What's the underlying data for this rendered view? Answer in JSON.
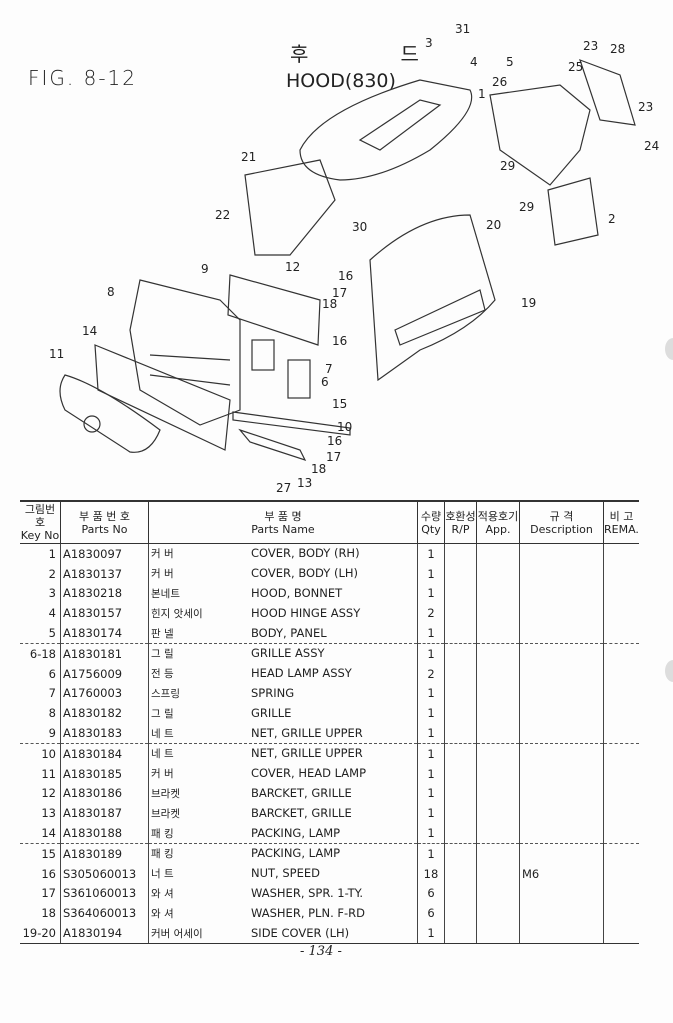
{
  "figure": {
    "label": "FIG. 8-12",
    "title_korean": "후 드",
    "title_english": "HOOD(830)"
  },
  "callouts": [
    "31",
    "3",
    "4",
    "5",
    "23",
    "28",
    "25",
    "26",
    "1",
    "23",
    "29",
    "24",
    "29",
    "2",
    "21",
    "22",
    "30",
    "20",
    "12",
    "16",
    "17",
    "18",
    "19",
    "9",
    "8",
    "14",
    "16",
    "11",
    "7",
    "6",
    "15",
    "10",
    "16",
    "17",
    "18",
    "13",
    "27"
  ],
  "table": {
    "headers": [
      {
        "ko": "그림번호",
        "en": "Key No"
      },
      {
        "ko": "부 품 번 호",
        "en": "Parts No"
      },
      {
        "ko": "부   품   명",
        "en": "Parts Name"
      },
      {
        "ko": "수량",
        "en": "Qty"
      },
      {
        "ko": "호환성",
        "en": "R/P"
      },
      {
        "ko": "적용호기",
        "en": "App."
      },
      {
        "ko": "규  격",
        "en": "Description"
      },
      {
        "ko": "비 고",
        "en": "REMA."
      }
    ],
    "rows": [
      {
        "key": "1",
        "part_no": "A1830097",
        "name_ko": "커 버",
        "name_en": "COVER, BODY (RH)",
        "qty": "1",
        "rp": "",
        "app": "",
        "desc": "",
        "rema": ""
      },
      {
        "key": "2",
        "part_no": "A1830137",
        "name_ko": "커 버",
        "name_en": "COVER, BODY (LH)",
        "qty": "1",
        "rp": "",
        "app": "",
        "desc": "",
        "rema": ""
      },
      {
        "key": "3",
        "part_no": "A1830218",
        "name_ko": "본네트",
        "name_en": "HOOD, BONNET",
        "qty": "1",
        "rp": "",
        "app": "",
        "desc": "",
        "rema": ""
      },
      {
        "key": "4",
        "part_no": "A1830157",
        "name_ko": "힌지 앗세이",
        "name_en": "HOOD HINGE ASSY",
        "qty": "2",
        "rp": "",
        "app": "",
        "desc": "",
        "rema": ""
      },
      {
        "key": "5",
        "part_no": "A1830174",
        "name_ko": "판 넬",
        "name_en": "BODY, PANEL",
        "qty": "1",
        "rp": "",
        "app": "",
        "desc": "",
        "rema": ""
      },
      {
        "key": "6-18",
        "part_no": "A1830181",
        "name_ko": "그 릴",
        "name_en": "GRILLE ASSY",
        "qty": "1",
        "rp": "",
        "app": "",
        "desc": "",
        "rema": ""
      },
      {
        "key": "6",
        "part_no": "A1756009",
        "name_ko": "전 등",
        "name_en": "HEAD LAMP ASSY",
        "qty": "2",
        "rp": "",
        "app": "",
        "desc": "",
        "rema": ""
      },
      {
        "key": "7",
        "part_no": "A1760003",
        "name_ko": "스프링",
        "name_en": "SPRING",
        "qty": "1",
        "rp": "",
        "app": "",
        "desc": "",
        "rema": ""
      },
      {
        "key": "8",
        "part_no": "A1830182",
        "name_ko": "그 릴",
        "name_en": "GRILLE",
        "qty": "1",
        "rp": "",
        "app": "",
        "desc": "",
        "rema": ""
      },
      {
        "key": "9",
        "part_no": "A1830183",
        "name_ko": "네 트",
        "name_en": "NET, GRILLE UPPER",
        "qty": "1",
        "rp": "",
        "app": "",
        "desc": "",
        "rema": ""
      },
      {
        "key": "10",
        "part_no": "A1830184",
        "name_ko": "네 트",
        "name_en": "NET, GRILLE UPPER",
        "qty": "1",
        "rp": "",
        "app": "",
        "desc": "",
        "rema": ""
      },
      {
        "key": "11",
        "part_no": "A1830185",
        "name_ko": "커 버",
        "name_en": "COVER, HEAD LAMP",
        "qty": "1",
        "rp": "",
        "app": "",
        "desc": "",
        "rema": ""
      },
      {
        "key": "12",
        "part_no": "A1830186",
        "name_ko": "브라켓",
        "name_en": "BARCKET, GRILLE",
        "qty": "1",
        "rp": "",
        "app": "",
        "desc": "",
        "rema": ""
      },
      {
        "key": "13",
        "part_no": "A1830187",
        "name_ko": "브라켓",
        "name_en": "BARCKET, GRILLE",
        "qty": "1",
        "rp": "",
        "app": "",
        "desc": "",
        "rema": ""
      },
      {
        "key": "14",
        "part_no": "A1830188",
        "name_ko": "패 킹",
        "name_en": "PACKING, LAMP",
        "qty": "1",
        "rp": "",
        "app": "",
        "desc": "",
        "rema": ""
      },
      {
        "key": "15",
        "part_no": "A1830189",
        "name_ko": "패 킹",
        "name_en": "PACKING, LAMP",
        "qty": "1",
        "rp": "",
        "app": "",
        "desc": "",
        "rema": ""
      },
      {
        "key": "16",
        "part_no": "S305060013",
        "name_ko": "너 트",
        "name_en": "NUT, SPEED",
        "qty": "18",
        "rp": "",
        "app": "",
        "desc": "M6",
        "rema": ""
      },
      {
        "key": "17",
        "part_no": "S361060013",
        "name_ko": "와 셔",
        "name_en": "WASHER, SPR. 1-TY.",
        "qty": "6",
        "rp": "",
        "app": "",
        "desc": "",
        "rema": ""
      },
      {
        "key": "18",
        "part_no": "S364060013",
        "name_ko": "와 셔",
        "name_en": "WASHER, PLN. F-RD",
        "qty": "6",
        "rp": "",
        "app": "",
        "desc": "",
        "rema": ""
      },
      {
        "key": "19-20",
        "part_no": "A1830194",
        "name_ko": "커버 어세이",
        "name_en": "SIDE COVER (LH)",
        "qty": "1",
        "rp": "",
        "app": "",
        "desc": "",
        "rema": ""
      }
    ]
  },
  "page_number": "- 134 -"
}
